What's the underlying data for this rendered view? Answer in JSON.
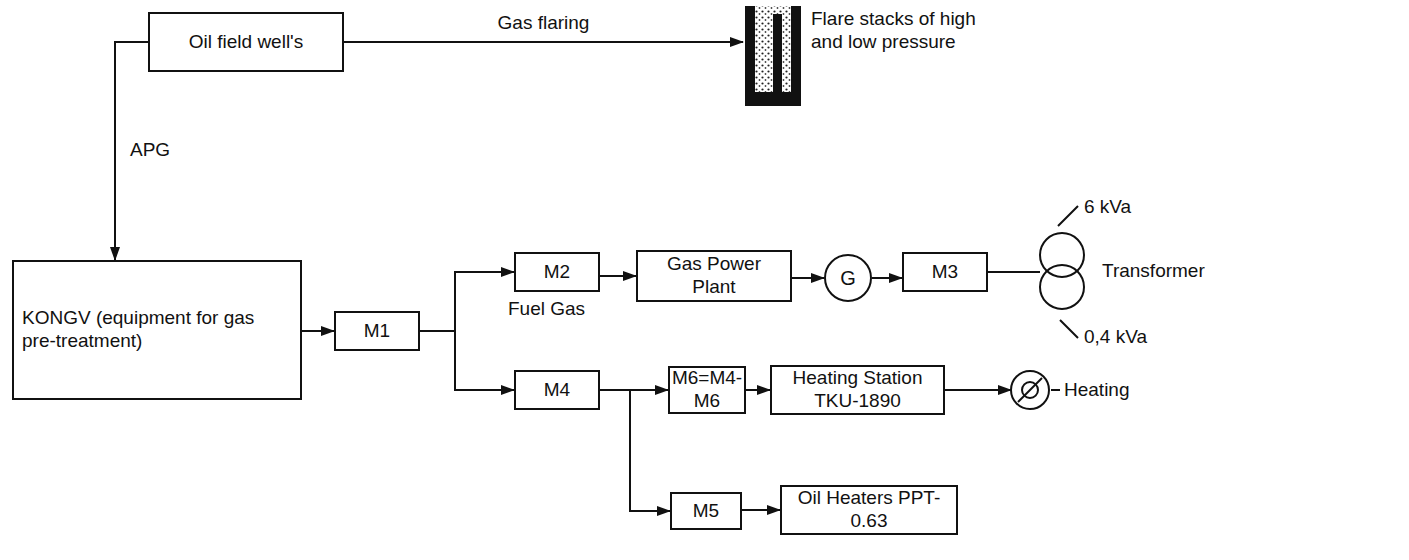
{
  "diagram": {
    "nodes": [
      {
        "text": [
          "Oil field well's"
        ]
      },
      {
        "text": [
          "Flare stacks of high and low pressure"
        ]
      },
      {
        "text": [
          "KONGV (equipment for gas pre-treatment)"
        ]
      },
      {
        "text": [
          "M1"
        ]
      },
      {
        "text": [
          "M2"
        ]
      },
      {
        "text": [
          "Gas Power Plant"
        ]
      },
      {
        "text": [
          "G"
        ]
      },
      {
        "text": [
          "M3"
        ]
      },
      {
        "text": [
          "Transformer"
        ]
      },
      {
        "text": [
          "M4"
        ]
      },
      {
        "text": [
          "M6=M4- M6"
        ]
      },
      {
        "text": [
          "Heating Station TKU-1890"
        ]
      },
      {
        "text": [
          "Heating"
        ]
      },
      {
        "text": [
          "M5"
        ]
      },
      {
        "text": [
          "Oil Heaters PPT-0.63"
        ]
      }
    ],
    "edges": [
      {
        "from": 0,
        "to": 1,
        "arrow": "to",
        "label": "Gas flaring"
      },
      {
        "from": 0,
        "to": 2,
        "arrow": "to",
        "label": "APG"
      },
      {
        "from": 2,
        "to": 3,
        "arrow": "to"
      },
      {
        "from": 3,
        "to": 4,
        "arrow": "to"
      },
      {
        "from": 3,
        "to": 9,
        "arrow": "to"
      },
      {
        "from": 4,
        "to": 5,
        "arrow": "to"
      },
      {
        "from": 5,
        "to": 6,
        "arrow": "to"
      },
      {
        "from": 6,
        "to": 7,
        "arrow": "to"
      },
      {
        "from": 7,
        "to": 8,
        "arrow": "none"
      },
      {
        "from": 9,
        "to": 10,
        "arrow": "to"
      },
      {
        "from": 9,
        "to": 13,
        "arrow": "to"
      },
      {
        "from": 10,
        "to": 11,
        "arrow": "to"
      },
      {
        "from": 11,
        "to": 12,
        "arrow": "to"
      },
      {
        "from": 13,
        "to": 14,
        "arrow": "to"
      }
    ],
    "labels": [
      "Fuel Gas",
      "6 kVa",
      "0,4 kVa"
    ]
  }
}
